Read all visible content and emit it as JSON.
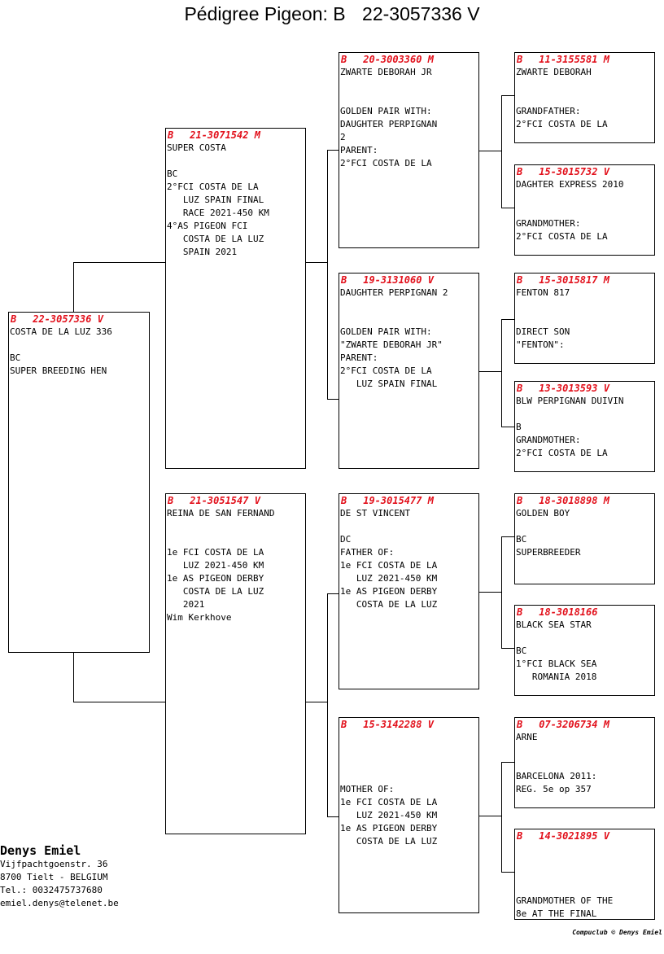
{
  "title": {
    "label": "Pédigree Pigeon:",
    "country": "B",
    "ring": "22-3057336 V"
  },
  "pigeons": [
    {
      "country": "B",
      "ring": "22-3057336 V",
      "lines": [
        "COSTA DE LA LUZ 336",
        "",
        "BC",
        "SUPER BREEDING HEN"
      ]
    },
    {
      "country": "B",
      "ring": "21-3071542 M",
      "lines": [
        "SUPER COSTA",
        "",
        "BC",
        "2°FCI COSTA DE LA",
        "   LUZ SPAIN FINAL",
        "   RACE 2021-450 KM",
        "4°AS PIGEON FCI",
        "   COSTA DE LA LUZ",
        "   SPAIN 2021"
      ]
    },
    {
      "country": "B",
      "ring": "21-3051547 V",
      "lines": [
        "REINA DE SAN FERNAND",
        "",
        "",
        "1e FCI COSTA DE LA",
        "   LUZ 2021-450 KM",
        "1e AS PIGEON DERBY",
        "   COSTA DE LA LUZ",
        "   2021",
        "Wim Kerkhove"
      ]
    },
    {
      "country": "B",
      "ring": "20-3003360 M",
      "lines": [
        "ZWARTE DEBORAH JR",
        "",
        "",
        "GOLDEN PAIR WITH:",
        "DAUGHTER PERPIGNAN",
        "2",
        "PARENT:",
        "2°FCI COSTA DE LA"
      ]
    },
    {
      "country": "B",
      "ring": "19-3131060 V",
      "lines": [
        "DAUGHTER PERPIGNAN 2",
        "",
        "",
        "GOLDEN PAIR WITH:",
        "\"ZWARTE DEBORAH JR\"",
        "PARENT:",
        "2°FCI COSTA DE LA",
        "   LUZ SPAIN FINAL"
      ]
    },
    {
      "country": "B",
      "ring": "19-3015477 M",
      "lines": [
        "DE ST VINCENT",
        "",
        "DC",
        "FATHER OF:",
        "1e FCI COSTA DE LA",
        "   LUZ 2021-450 KM",
        "1e AS PIGEON DERBY",
        "   COSTA DE LA LUZ"
      ]
    },
    {
      "country": "B",
      "ring": "15-3142288 V",
      "lines": [
        "",
        "",
        "",
        "",
        "MOTHER OF:",
        "1e FCI COSTA DE LA",
        "   LUZ 2021-450 KM",
        "1e AS PIGEON DERBY",
        "   COSTA DE LA LUZ"
      ]
    },
    {
      "country": "B",
      "ring": "11-3155581 M",
      "lines": [
        "ZWARTE DEBORAH",
        "",
        "",
        "GRANDFATHER:",
        "2°FCI COSTA DE LA"
      ]
    },
    {
      "country": "B",
      "ring": "15-3015732 V",
      "lines": [
        "DAGHTER EXPRESS 2010",
        "",
        "",
        "GRANDMOTHER:",
        "2°FCI COSTA DE LA"
      ]
    },
    {
      "country": "B",
      "ring": "15-3015817 M",
      "lines": [
        "FENTON 817",
        "",
        "",
        "DIRECT SON",
        "\"FENTON\":"
      ]
    },
    {
      "country": "B",
      "ring": "13-3013593 V",
      "lines": [
        "BLW PERPIGNAN DUIVIN",
        "",
        "B",
        "GRANDMOTHER:",
        "2°FCI COSTA DE LA"
      ]
    },
    {
      "country": "B",
      "ring": "18-3018898 M",
      "lines": [
        "GOLDEN BOY",
        "",
        "BC",
        "SUPERBREEDER"
      ]
    },
    {
      "country": "B",
      "ring": "18-3018166",
      "lines": [
        "BLACK SEA STAR",
        "",
        "BC",
        "1°FCI BLACK SEA",
        "   ROMANIA 2018"
      ]
    },
    {
      "country": "B",
      "ring": "07-3206734 M",
      "lines": [
        "ARNE",
        "",
        "",
        "BARCELONA 2011:",
        "REG. 5e op 357"
      ]
    },
    {
      "country": "B",
      "ring": "14-3021895 V",
      "lines": [
        "",
        "",
        "",
        "",
        "GRANDMOTHER OF THE",
        "8e AT THE FINAL"
      ]
    }
  ],
  "owner": {
    "name": "Denys Emiel",
    "street": "Vijfpachtgoenstr. 36",
    "city": "8700  Tielt - BELGIUM",
    "tel": "Tel.: 0032475737680",
    "email": "emiel.denys@telenet.be"
  },
  "credit": "Compuclub © Denys Emiel"
}
